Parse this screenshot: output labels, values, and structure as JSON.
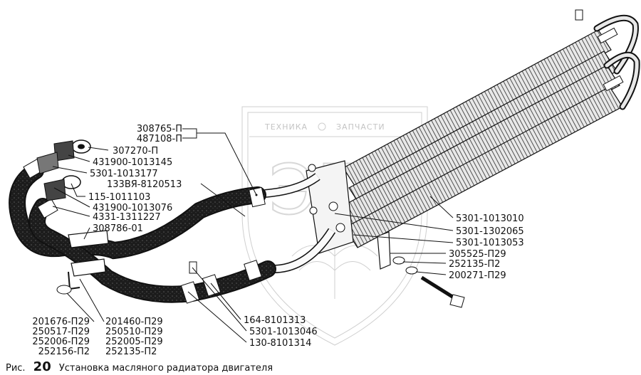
{
  "caption": {
    "prefix": "Рис.",
    "number": "20",
    "title": "Установка масляного радиатора двигателя"
  },
  "watermark": {
    "left": "ТЕХНИКА",
    "right": "ЗАПЧАСТИ",
    "mark": "ЭП"
  },
  "parts": {
    "p308765": "308765-П",
    "p487108": "487108-П",
    "p307270": "307270-П",
    "p431900a": "431900-1013145",
    "p5301_1013177": "5301-1013177",
    "p133": "133ВЯ-8120513",
    "p115": "115-1011103",
    "p431900b": "431900-1013076",
    "p4331": "4331-1311227",
    "p308786": "308786-01",
    "p5301_1013010": "5301-1013010",
    "p5301_1302065": "5301-1302065",
    "p5301_1013053": "5301-1013053",
    "p305525": "305525-П29",
    "p252135a": "252135-П2",
    "p200271": "200271-П29",
    "p164": "164-8101313",
    "p5301_1013046": "5301-1013046",
    "p130": "130-8101314",
    "p201676": "201676-П29",
    "p250517": "250517-П29",
    "p252006": "252006-П29",
    "p252156": "252156-П2",
    "p201460": "201460-П29",
    "p250510": "250510-П29",
    "p252005": "252005-П29",
    "p252135b": "252135-П2"
  }
}
